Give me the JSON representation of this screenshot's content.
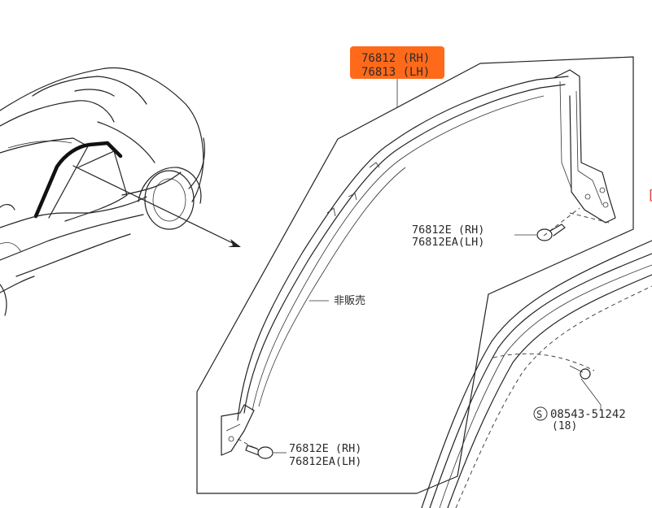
{
  "callouts": {
    "main_part": {
      "line1": "76812 (RH)",
      "line2": "76813 (LH)",
      "highlight": "#ff6a1a"
    },
    "clip_upper": {
      "line1": "76812E (RH)",
      "line2": "76812EA(LH)"
    },
    "clip_lower": {
      "line1": "76812E (RH)",
      "line2": "76812EA(LH)"
    },
    "not_for_sale": "非販売",
    "screw": {
      "symbol": "S",
      "part": "08543-51242",
      "qty": "(18)"
    },
    "edge_mark": "["
  },
  "colors": {
    "line": "#222222",
    "text": "#2a2a2a",
    "highlight": "#ff6a1a",
    "edge_mark": "#e04040"
  }
}
